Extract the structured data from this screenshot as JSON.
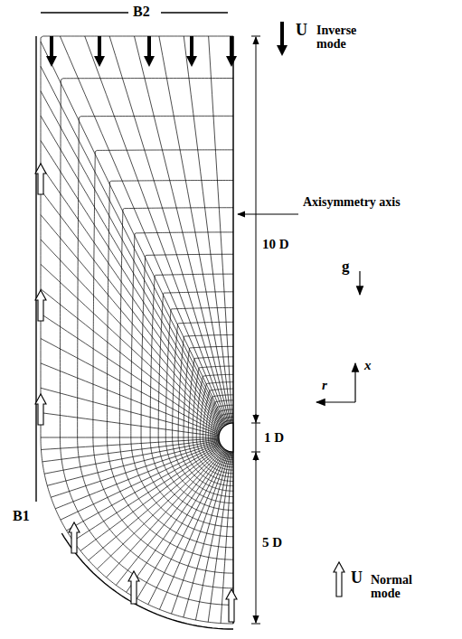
{
  "diagram": {
    "labels": [
      "B2",
      "U⃗",
      "Inverse mode",
      "Axisymmetry axis",
      "10 D",
      "g⃗",
      "x",
      "r",
      "1 D",
      "B1",
      "5 D",
      "U⃗",
      "Normal mode"
    ]
  }
}
